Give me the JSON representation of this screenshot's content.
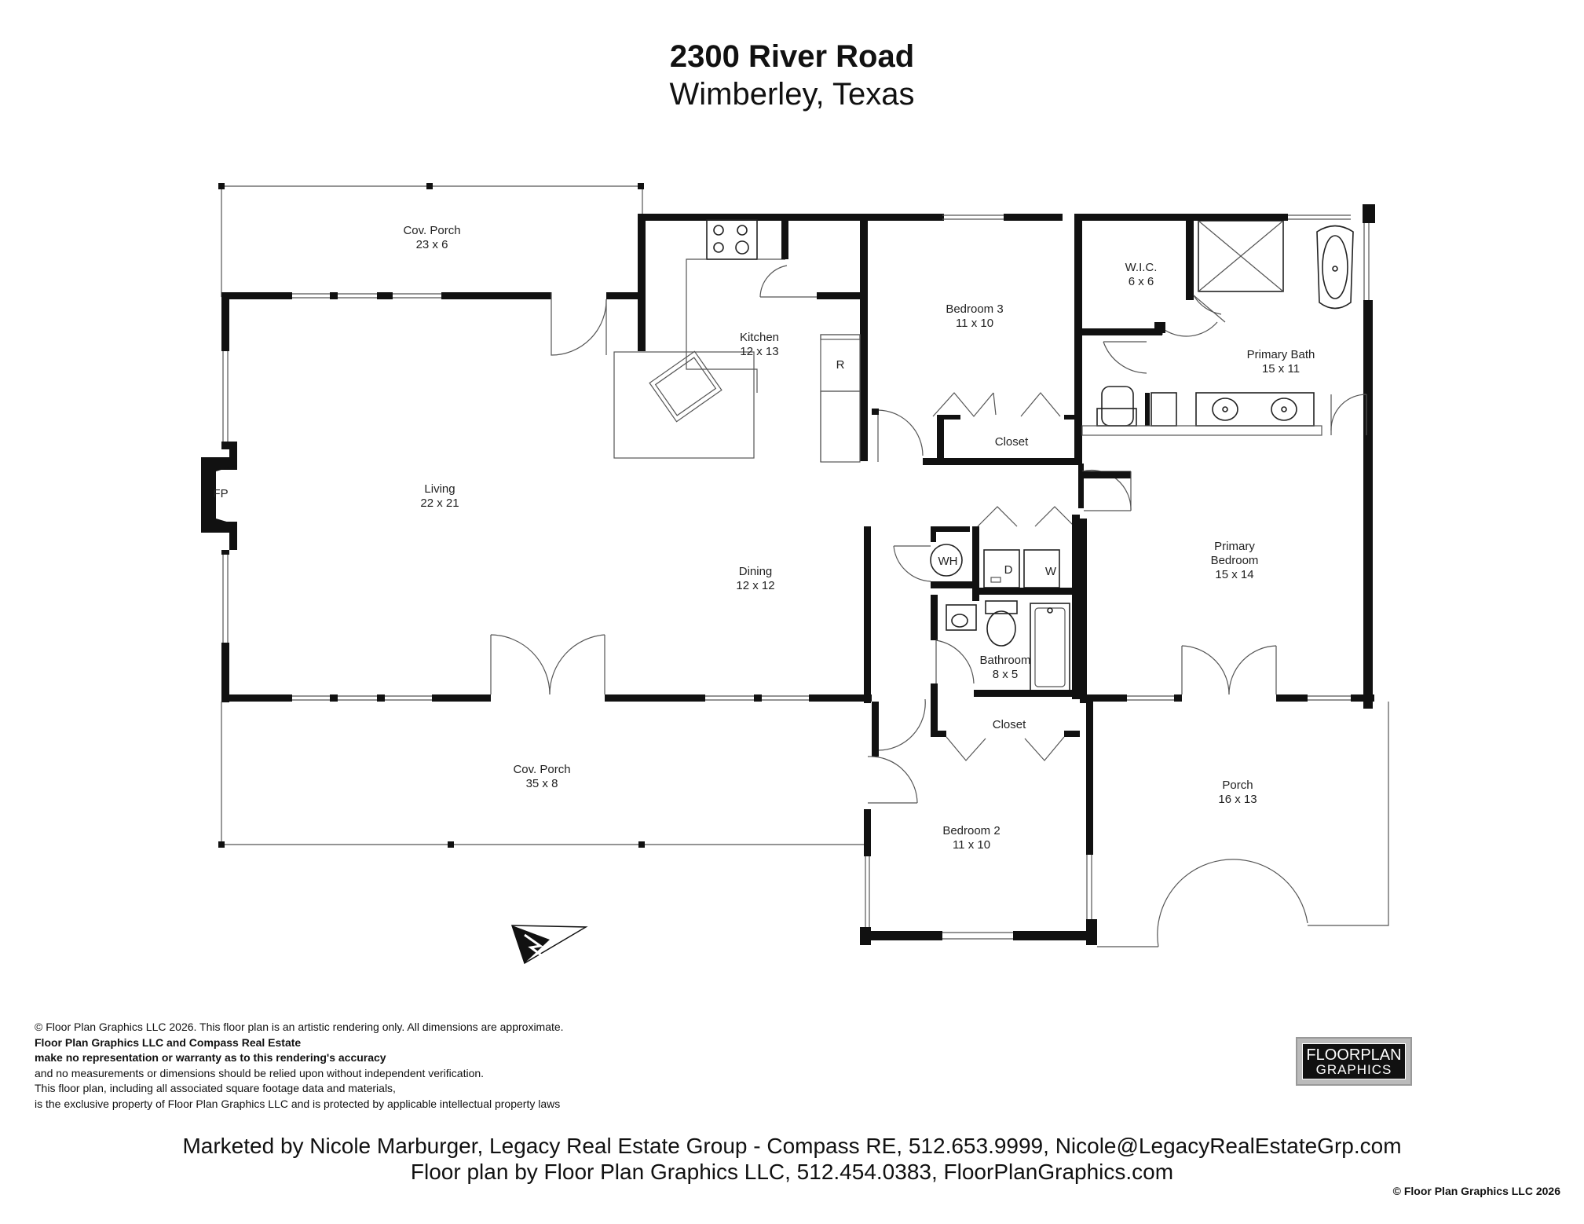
{
  "header": {
    "address": "2300 River Road",
    "city": "Wimberley, Texas"
  },
  "rooms": [
    {
      "name": "Cov. Porch",
      "size": "23 x 6"
    },
    {
      "name": "Kitchen",
      "size": "12 x 13"
    },
    {
      "name": "Bedroom 3",
      "size": "11 x 10"
    },
    {
      "name": "W.I.C.",
      "size": "6 x 6"
    },
    {
      "name": "Primary Bath",
      "size": "15 x 11"
    },
    {
      "name": "Living",
      "size": "22 x 21"
    },
    {
      "name": "Dining",
      "size": "12 x 12"
    },
    {
      "name": "Primary Bedroom",
      "size": "15 x 14"
    },
    {
      "name": "Bathroom",
      "size": "8 x 5"
    },
    {
      "name": "Cov. Porch",
      "size": "35 x 8"
    },
    {
      "name": "Bedroom 2",
      "size": "11 x 10"
    },
    {
      "name": "Porch",
      "size": "16 x 13"
    }
  ],
  "primary_bedroom_lines": [
    "Primary",
    "Bedroom"
  ],
  "fixtures": {
    "fireplace": "FP",
    "refrigerator": "R",
    "water_heater": "WH",
    "dryer": "D",
    "washer": "W",
    "closet_upper": "Closet",
    "closet_lower": "Closet"
  },
  "disclaimer": [
    "© Floor Plan Graphics LLC 2026. This floor plan is an artistic rendering only. All dimensions are approximate.",
    "Floor Plan Graphics LLC and Compass Real Estate",
    "make no representation or warranty as to this rendering's accuracy",
    "and no measurements or dimensions should be relied upon without independent verification.",
    "This floor plan, including all associated square footage data and materials,",
    "is the exclusive property of Floor Plan Graphics LLC and is protected by applicable intellectual property laws"
  ],
  "logo": {
    "line1": "FLOORPLAN",
    "line2": "GRAPHICS"
  },
  "footer": {
    "marketed_by": "Marketed by Nicole Marburger, Legacy Real Estate Group - Compass RE, 512.653.9999, Nicole@LegacyRealEstateGrp.com",
    "floor_plan_by": "Floor plan by Floor Plan Graphics LLC, 512.454.0383, FloorPlanGraphics.com",
    "copyright": "© Floor Plan Graphics LLC 2026"
  },
  "colors": {
    "wall": "#111111",
    "line": "#222222",
    "background": "#ffffff"
  },
  "icons": [
    "compass-north-arrow-icon"
  ]
}
